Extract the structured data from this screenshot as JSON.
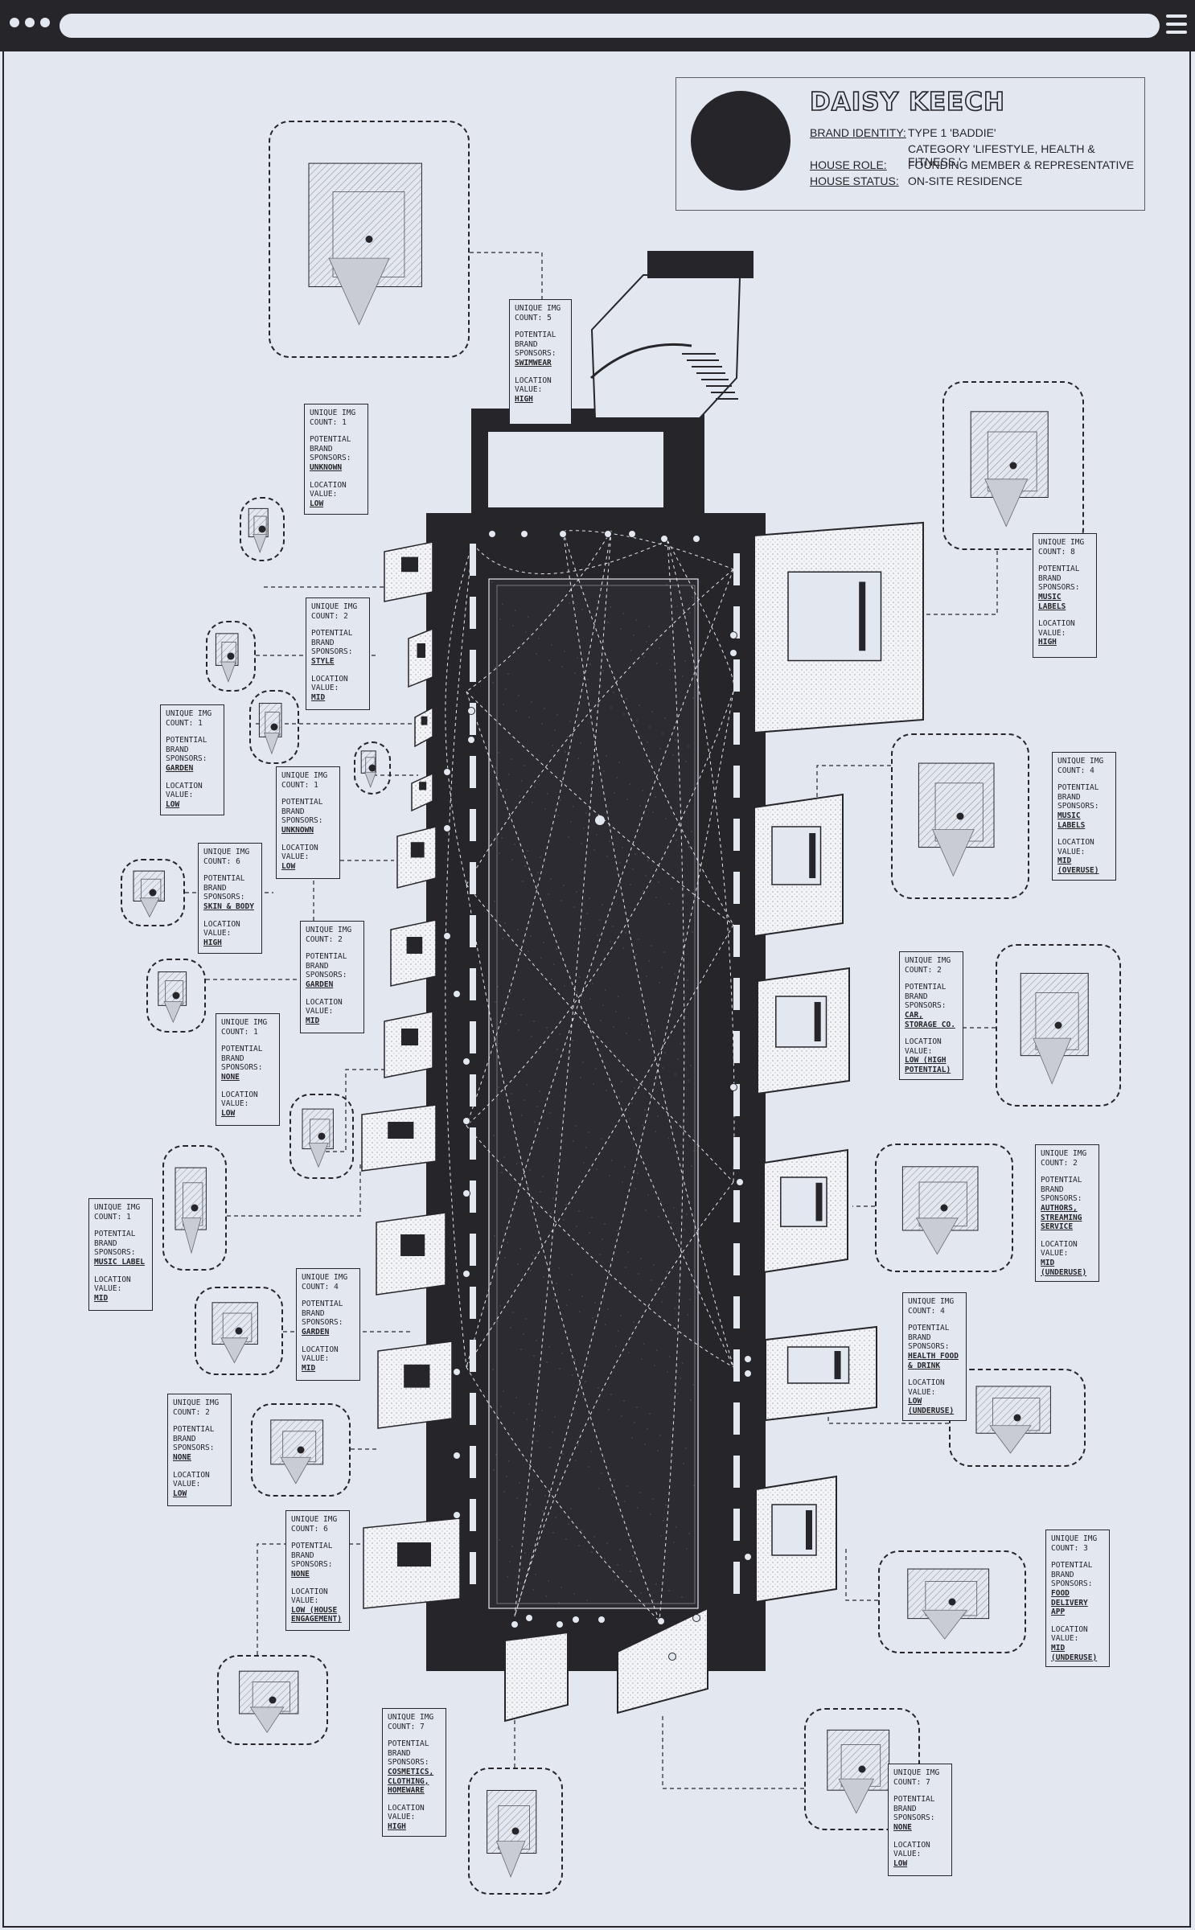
{
  "header": {
    "name": "DAISY KEECH",
    "brand_identity_label": "BRAND IDENTITY:",
    "brand_identity_value": "TYPE 1 'BADDIE'",
    "category_value": "CATEGORY 'LIFESTYLE, HEALTH & FITNESS.'",
    "house_role_label": "HOUSE ROLE:",
    "house_role_value": "FOUNDING MEMBER & REPRESENTATIVE",
    "house_status_label": "HOUSE STATUS:",
    "house_status_value": "ON-SITE RESIDENCE"
  },
  "labels": {
    "count": "UNIQUE IMG COUNT:",
    "sponsors": "POTENTIAL BRAND SPONSORS:",
    "value": "LOCATION VALUE:"
  },
  "rooms": [
    {
      "count": "5",
      "sponsors": "SWIMWEAR",
      "value": "HIGH"
    },
    {
      "count": "1",
      "sponsors": "UNKNOWN",
      "value": "LOW"
    },
    {
      "count": "2",
      "sponsors": "STYLE",
      "value": "MID"
    },
    {
      "count": "1",
      "sponsors": "GARDEN",
      "value": "LOW"
    },
    {
      "count": "1",
      "sponsors": "UNKNOWN",
      "value": "LOW"
    },
    {
      "count": "6",
      "sponsors": "SKIN & BODY",
      "value": "HIGH"
    },
    {
      "count": "2",
      "sponsors": "GARDEN",
      "value": "MID"
    },
    {
      "count": "1",
      "sponsors": "NONE",
      "value": "LOW"
    },
    {
      "count": "1",
      "sponsors": "MUSIC LABEL",
      "value": "MID"
    },
    {
      "count": "4",
      "sponsors": "GARDEN",
      "value": "MID"
    },
    {
      "count": "2",
      "sponsors": "NONE",
      "value": "LOW"
    },
    {
      "count": "6",
      "sponsors": "NONE",
      "value": "LOW (HOUSE ENGAGEMENT)"
    },
    {
      "count": "7",
      "sponsors": "COSMETICS, CLOTHING, HOMEWARE",
      "value": "HIGH"
    },
    {
      "count": "8",
      "sponsors": "MUSIC LABELS",
      "value": "HIGH"
    },
    {
      "count": "4",
      "sponsors": "MUSIC LABELS",
      "value": "MID (OVERUSE)"
    },
    {
      "count": "2",
      "sponsors": "CAR, STORAGE CO.",
      "value": "LOW (HIGH POTENTIAL)"
    },
    {
      "count": "2",
      "sponsors": "AUTHORS, STREAMING SERVICE",
      "value": "MID (UNDERUSE)"
    },
    {
      "count": "4",
      "sponsors": "HEALTH FOOD & DRINK",
      "value": "LOW (UNDERUSE)"
    },
    {
      "count": "3",
      "sponsors": "FOOD DELIVERY APP",
      "value": "MID (UNDERUSE)"
    },
    {
      "count": "7",
      "sponsors": "NONE",
      "value": "LOW"
    }
  ]
}
